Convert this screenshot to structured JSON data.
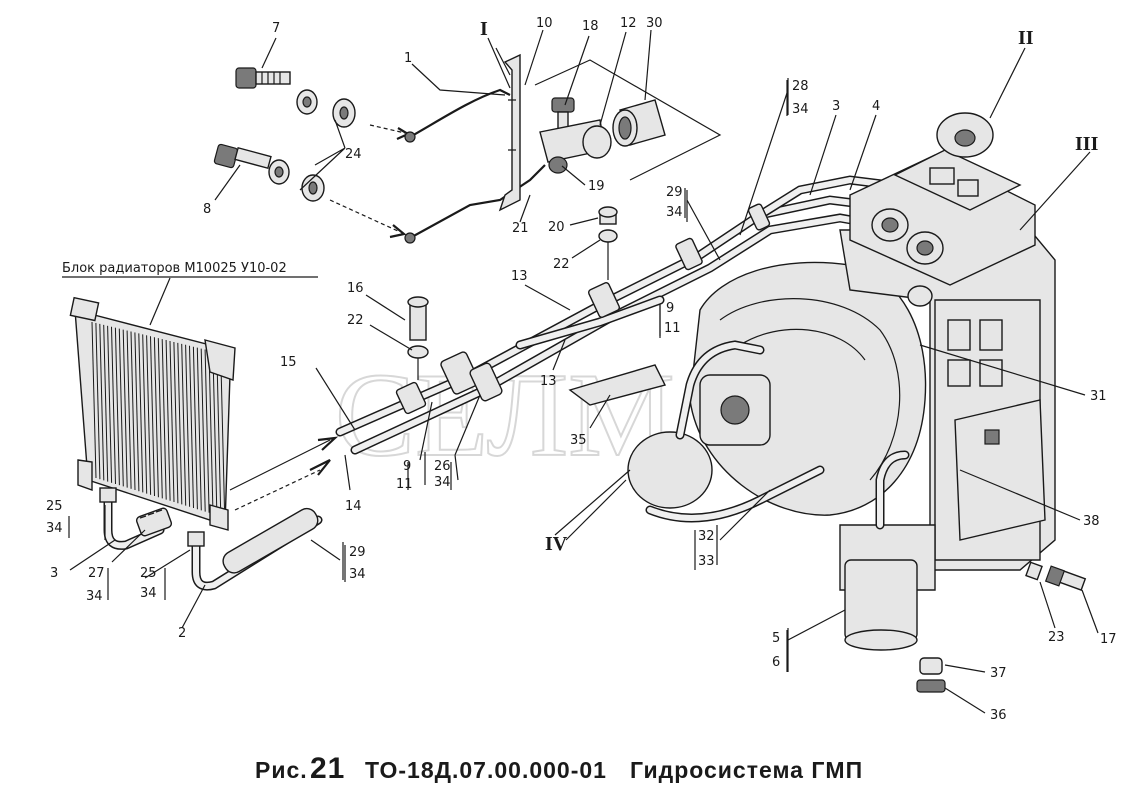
{
  "watermark": "СЕЛМ",
  "block_label": "Блок радиаторов М10025 У10-02",
  "caption": {
    "fig": "Рис.",
    "number": "21",
    "doc": "ТО-18Д.07.00.000-01",
    "title": "Гидросистема ГМП"
  },
  "views": [
    {
      "id": "I",
      "label": "I"
    },
    {
      "id": "II",
      "label": "II"
    },
    {
      "id": "III",
      "label": "III"
    },
    {
      "id": "IV",
      "label": "IV"
    }
  ],
  "callouts": [
    {
      "id": "c7",
      "text": "7"
    },
    {
      "id": "c1",
      "text": "1"
    },
    {
      "id": "c10",
      "text": "10"
    },
    {
      "id": "c18",
      "text": "18"
    },
    {
      "id": "c12",
      "text": "12"
    },
    {
      "id": "c30",
      "text": "30"
    },
    {
      "id": "c24",
      "text": "24"
    },
    {
      "id": "c8",
      "text": "8"
    },
    {
      "id": "c19",
      "text": "19"
    },
    {
      "id": "c21",
      "text": "21"
    },
    {
      "id": "c20",
      "text": "20"
    },
    {
      "id": "c22a",
      "text": "22"
    },
    {
      "id": "c28",
      "text": "28"
    },
    {
      "id": "c34a",
      "text": "34"
    },
    {
      "id": "c3a",
      "text": "3"
    },
    {
      "id": "c4",
      "text": "4"
    },
    {
      "id": "c29a",
      "text": "29"
    },
    {
      "id": "c34b",
      "text": "34"
    },
    {
      "id": "c13a",
      "text": "13"
    },
    {
      "id": "c9a",
      "text": "9"
    },
    {
      "id": "c11a",
      "text": "11"
    },
    {
      "id": "c16",
      "text": "16"
    },
    {
      "id": "c22b",
      "text": "22"
    },
    {
      "id": "c15",
      "text": "15"
    },
    {
      "id": "c13b",
      "text": "13"
    },
    {
      "id": "c35",
      "text": "35"
    },
    {
      "id": "c31",
      "text": "31"
    },
    {
      "id": "c9b",
      "text": "9"
    },
    {
      "id": "c11b",
      "text": "11"
    },
    {
      "id": "c26",
      "text": "26"
    },
    {
      "id": "c34c",
      "text": "34"
    },
    {
      "id": "c14",
      "text": "14"
    },
    {
      "id": "c25a",
      "text": "25"
    },
    {
      "id": "c34d",
      "text": "34"
    },
    {
      "id": "c3b",
      "text": "3"
    },
    {
      "id": "c27",
      "text": "27"
    },
    {
      "id": "c34e",
      "text": "34"
    },
    {
      "id": "c25b",
      "text": "25"
    },
    {
      "id": "c34f",
      "text": "34"
    },
    {
      "id": "c29b",
      "text": "29"
    },
    {
      "id": "c34g",
      "text": "34"
    },
    {
      "id": "c2",
      "text": "2"
    },
    {
      "id": "c32",
      "text": "32"
    },
    {
      "id": "c33",
      "text": "33"
    },
    {
      "id": "c38",
      "text": "38"
    },
    {
      "id": "c23",
      "text": "23"
    },
    {
      "id": "c17",
      "text": "17"
    },
    {
      "id": "c5",
      "text": "5"
    },
    {
      "id": "c6",
      "text": "6"
    },
    {
      "id": "c37",
      "text": "37"
    },
    {
      "id": "c36",
      "text": "36"
    }
  ]
}
